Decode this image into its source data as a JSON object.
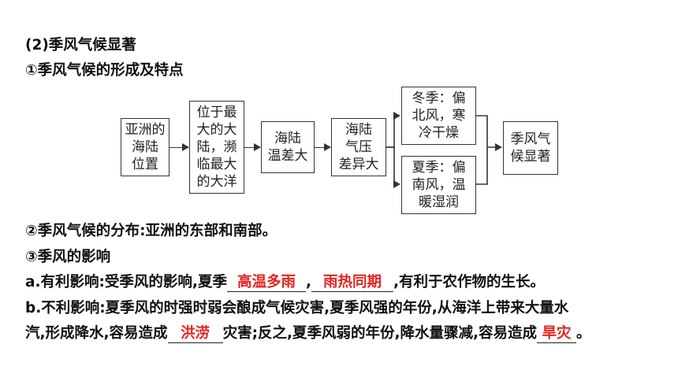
{
  "heading": "(2)季风气候显著",
  "sub1": "①季风气候的形成及特点",
  "flow": {
    "b1": "亚洲的\n海陆\n位置",
    "b2": "位于最\n大的大\n陆，濒\n临最大\n的大洋",
    "b3": "海陆\n温差大",
    "b4": "海陆\n气压\n差异大",
    "b5": "冬季：偏\n北风，寒\n冷干燥",
    "b6": "夏季：偏\n南风，温\n暖湿润",
    "b7": "季风气\n候显著"
  },
  "sub2": "②季风气候的分布:亚洲的东部和南部。",
  "sub3": "③季风的影响",
  "a": {
    "prefix": "a.有利影响:受季风的影响,夏季",
    "ans1": "高温多雨",
    "comma": ",",
    "ans2": "雨热同期",
    "suffix": ",有利于农作物的生长。"
  },
  "b": {
    "line1": "b.不利影响:夏季风的时强时弱会酿成气候灾害,夏季风强的年份,从海洋上带来大量水",
    "l2_prefix": "汽,形成降水,容易造成",
    "ans3": "洪涝",
    "l2_mid": "灾害;反之,夏季风弱的年份,降水量骤减,容易造成",
    "ans4": "旱灾",
    "l2_end": "。"
  }
}
